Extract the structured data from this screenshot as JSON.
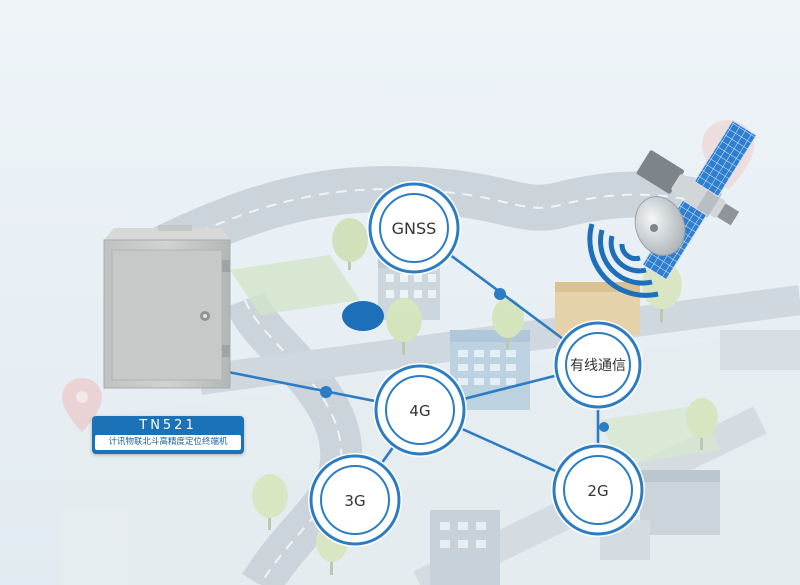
{
  "product": {
    "model": "TN521",
    "description": "计讯物联北斗高精度定位终端机"
  },
  "nodes": {
    "gnss": "GNSS",
    "wired": "有线通信",
    "g4": "4G",
    "g3": "3G",
    "g2": "2G"
  },
  "colors": {
    "accent": "#1b72b6",
    "node_ring": "#2b7cc3",
    "background": "#e8eff4"
  }
}
